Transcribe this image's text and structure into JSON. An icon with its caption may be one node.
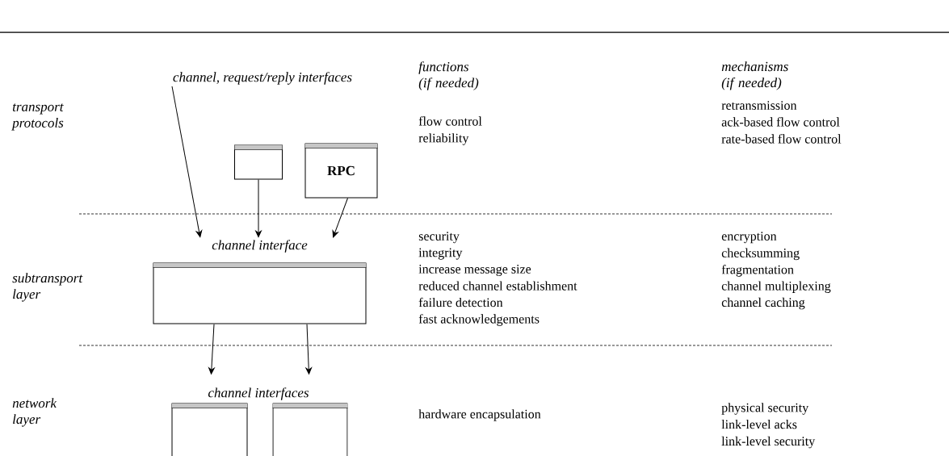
{
  "diagram": {
    "nodes": [
      {
        "text": [
          "channel, request/reply interfaces"
        ]
      },
      {
        "text": [],
        "shape": "box"
      },
      {
        "text": [
          "RPC"
        ]
      },
      {
        "text": [
          "channel interface"
        ]
      },
      {
        "text": [],
        "shape": "box"
      },
      {
        "text": [],
        "shape": "box"
      }
    ],
    "edges": [
      {
        "from": 0,
        "to": 3,
        "arrow": "to"
      },
      {
        "from": 1,
        "to": 3,
        "arrow": "to"
      },
      {
        "from": 2,
        "to": 3,
        "arrow": "to"
      },
      {
        "from": 3,
        "to": 4,
        "arrow": "to"
      },
      {
        "from": 3,
        "to": 5,
        "arrow": "to"
      }
    ],
    "labels": [
      "functions (if needed)",
      "mechanisms (if needed)",
      "transport protocols",
      "flow control",
      "reliability",
      "retransmission",
      "ack-based flow control",
      "rate-based flow control",
      "subtransport layer",
      "security",
      "integrity",
      "increase message size",
      "reduced channel establishment",
      "failure detection",
      "fast acknowledgements",
      "encryption",
      "checksumming",
      "fragmentation",
      "channel multiplexing",
      "channel caching",
      "channel interfaces",
      "network layer",
      "hardware encapsulation",
      "physical security",
      "link-level acks",
      "link-level security"
    ]
  }
}
